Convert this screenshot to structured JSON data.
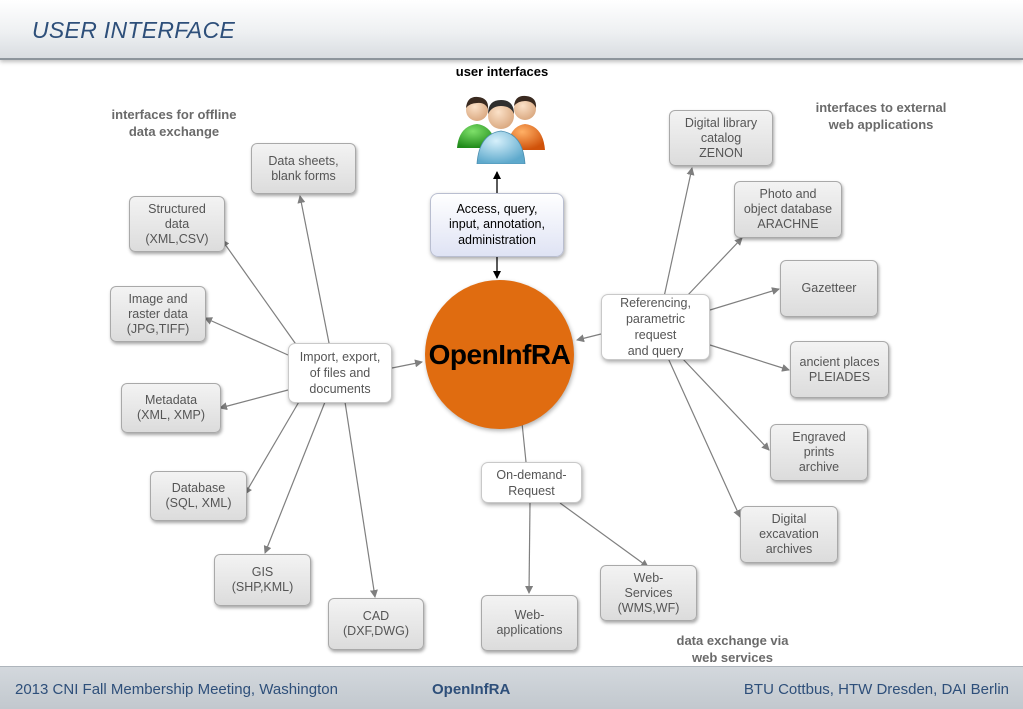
{
  "header": {
    "title": "USER INTERFACE"
  },
  "footer": {
    "left": "2013 CNI Fall Membership Meeting, Washington",
    "center": "OpenInfRA",
    "right": "BTU Cottbus, HTW Dresden, DAI Berlin"
  },
  "headings": {
    "user_interfaces": "user interfaces",
    "offline": "interfaces for offline\ndata exchange",
    "external": "interfaces to external\nweb applications",
    "webservices": "data exchange via\nweb services"
  },
  "center": {
    "label": "OpenInfRA"
  },
  "access": {
    "label": "Access, query,\ninput,  annotation,\nadministration"
  },
  "hubs": {
    "import": "Import, export,\nof files and\ndocuments",
    "referencing": "Referencing,\nparametric\nrequest\nand query",
    "ondemand": "On-demand-\nRequest"
  },
  "offline_boxes": {
    "data_sheets": "Data sheets,\nblank forms",
    "structured": "Structured\ndata\n(XML,CSV)",
    "image": "Image and\nraster data\n(JPG,TIFF)",
    "metadata": "Metadata\n(XML, XMP)",
    "database": "Database\n(SQL, XML)",
    "gis": "GIS\n(SHP,KML)",
    "cad": "CAD\n(DXF,DWG)"
  },
  "external_boxes": {
    "zenon": "Digital library\ncatalog\nZENON",
    "arachne": "Photo and\nobject database\nARACHNE",
    "gazetteer": "Gazetteer",
    "pleiades": "ancient places\nPLEIADES",
    "prints": "Engraved\nprints\narchive",
    "excavation": "Digital\nexcavation\narchives"
  },
  "service_boxes": {
    "webapps": "Web-\napplications",
    "webservices": "Web-\nServices\n(WMS,WF)"
  },
  "colors": {
    "center": "#e06c10",
    "title": "#2e4f7a",
    "connector": "#7f7f7f"
  },
  "icons": {
    "users": "user-group-icon"
  }
}
